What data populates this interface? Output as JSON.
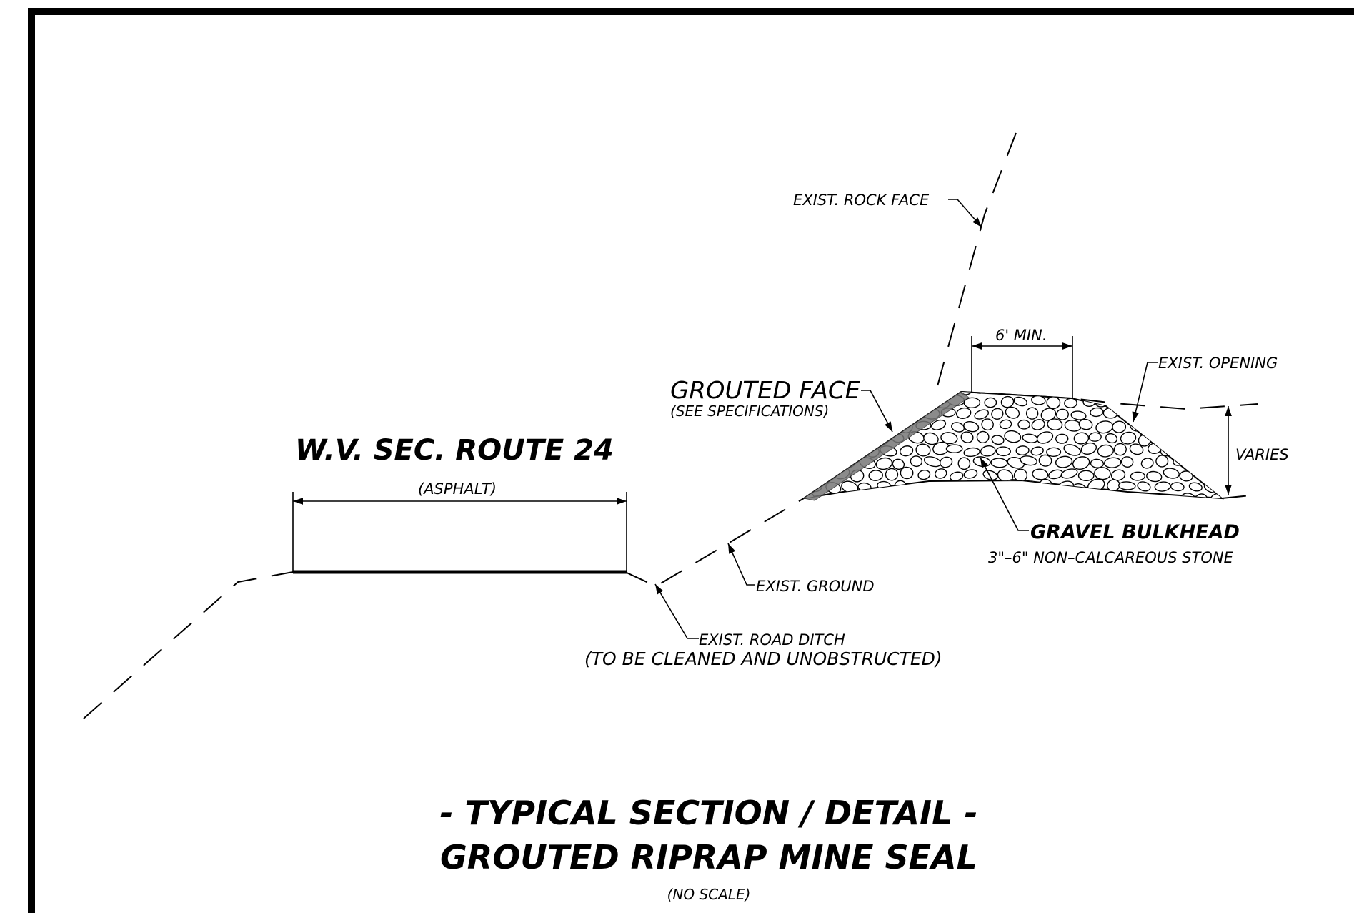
{
  "sheet": {
    "title_line1": "- TYPICAL SECTION / DETAIL -",
    "title_line2": "GROUTED RIPRAP MINE SEAL",
    "scale_note": "(NO SCALE)"
  },
  "road": {
    "name": "W.V. SEC. ROUTE 24",
    "surface": "(ASPHALT)"
  },
  "labels": {
    "rock_face": "EXIST. ROCK FACE",
    "min_width": "6' MIN.",
    "opening": "EXIST. OPENING",
    "varies": "VARIES",
    "grouted_face": "GROUTED FACE",
    "grouted_face_note": "(SEE SPECIFICATIONS)",
    "bulkhead": "GRAVEL BULKHEAD",
    "bulkhead_note": "3\"–6\" NON–CALCAREOUS STONE",
    "ground": "EXIST. GROUND",
    "ditch": "EXIST. ROAD DITCH",
    "ditch_note": "(TO BE CLEANED AND UNOBSTRUCTED)"
  }
}
